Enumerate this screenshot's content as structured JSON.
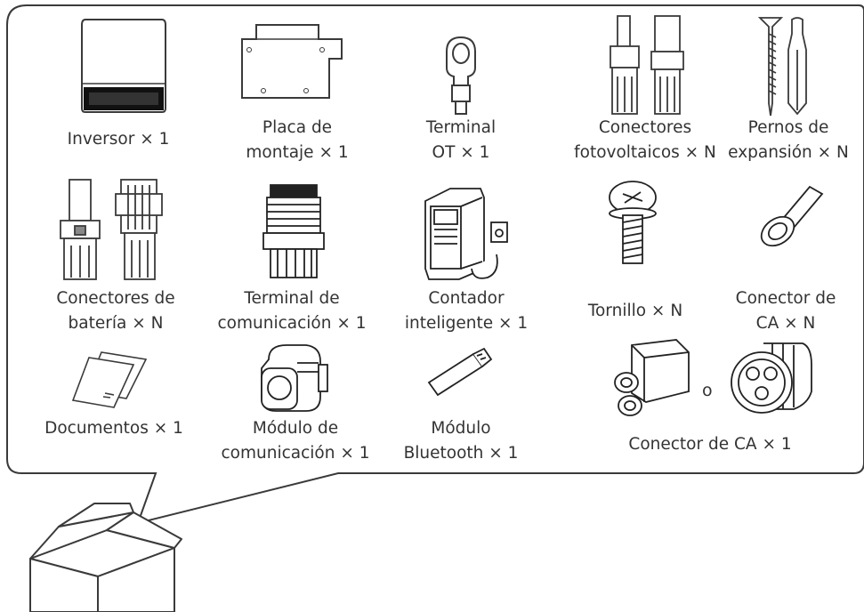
{
  "items": [
    {
      "id": "inverter",
      "label": [
        "Inversor × 1"
      ]
    },
    {
      "id": "mounting-plate",
      "label": [
        "Placa de",
        "montaje × 1"
      ]
    },
    {
      "id": "ot-terminal",
      "label": [
        "Terminal",
        "OT × 1"
      ]
    },
    {
      "id": "pv-connectors",
      "label": [
        "Conectores",
        "fotovoltaicos × N"
      ]
    },
    {
      "id": "expansion-bolts",
      "label": [
        "Pernos de",
        "expansión × N"
      ]
    },
    {
      "id": "battery-connectors",
      "label": [
        "Conectores de",
        "batería × N"
      ]
    },
    {
      "id": "comm-terminal",
      "label": [
        "Terminal de",
        "comunicación × 1"
      ]
    },
    {
      "id": "smart-meter",
      "label": [
        "Contador",
        "inteligente × 1"
      ]
    },
    {
      "id": "screw",
      "label": [
        "Tornillo × N"
      ]
    },
    {
      "id": "ac-connector-small",
      "label": [
        "Conector de",
        "CA × N"
      ]
    },
    {
      "id": "documents",
      "label": [
        "Documentos × 1"
      ]
    },
    {
      "id": "comm-module",
      "label": [
        "Módulo de",
        "comunicación × 1"
      ]
    },
    {
      "id": "bluetooth-module",
      "label": [
        "Módulo",
        "Bluetooth × 1"
      ]
    },
    {
      "id": "ac-connector",
      "label": [
        "Conector de CA × 1"
      ]
    }
  ],
  "or_text": "o",
  "colors": {
    "stroke": "#3a3a3a",
    "fill_light": "#ffffff",
    "fill_dark": "#111111",
    "fill_grey": "#cfcfcf"
  }
}
